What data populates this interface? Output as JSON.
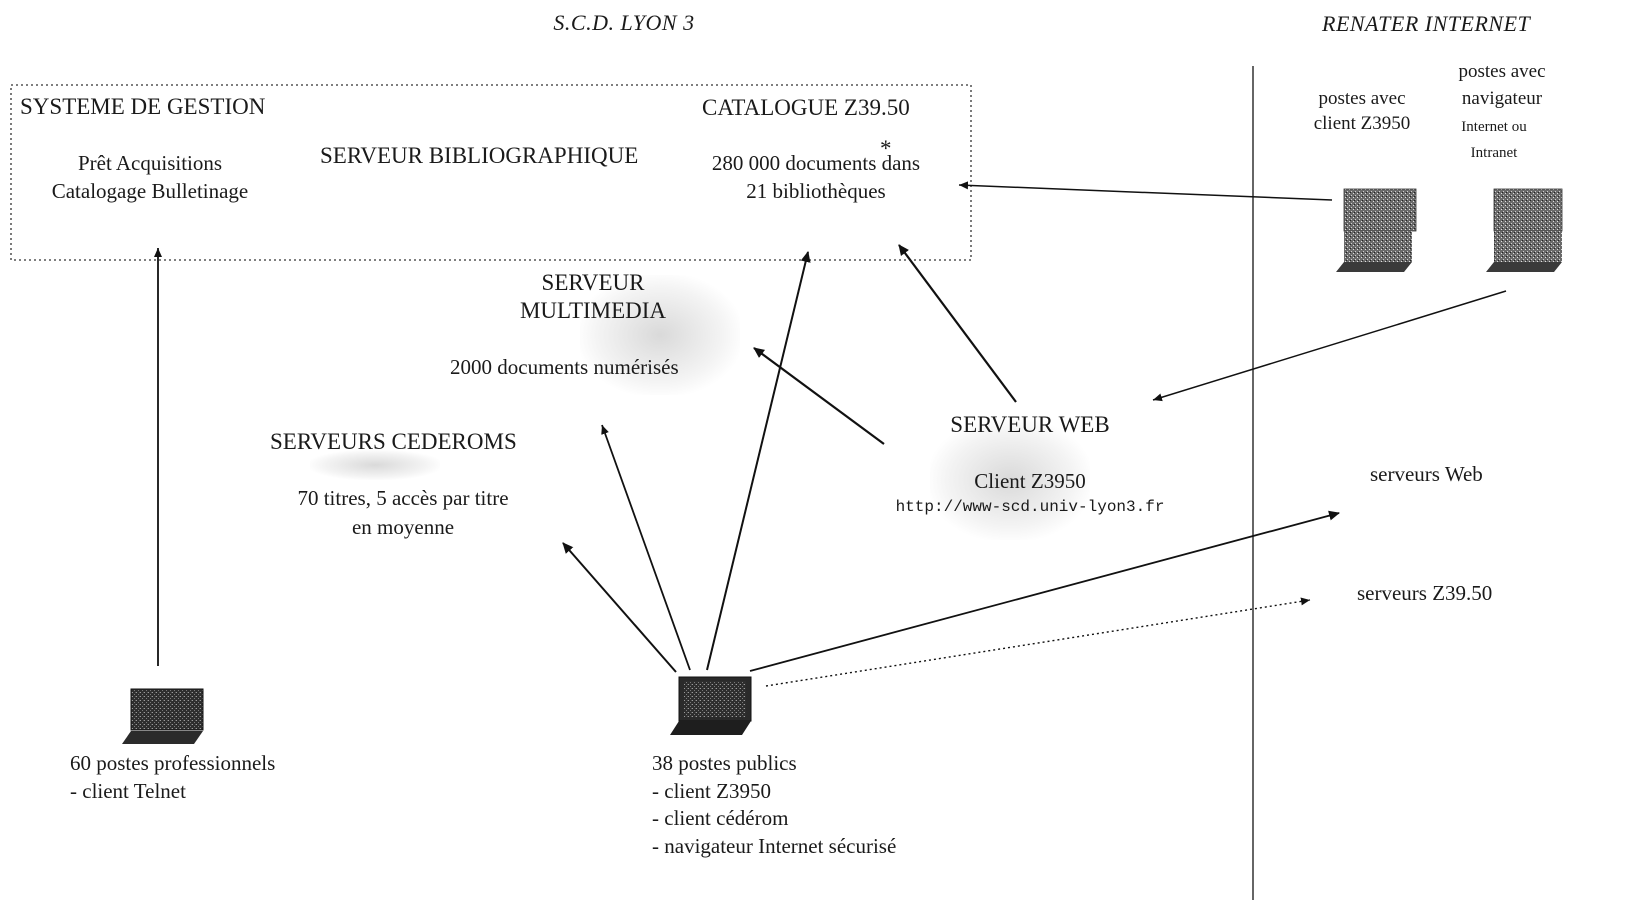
{
  "headers": {
    "scd": "S.C.D. LYON 3",
    "renater": "RENATER INTERNET"
  },
  "gestion": {
    "title": "SYSTEME DE GESTION",
    "line1": "Prêt Acquisitions",
    "line2": "Catalogage Bulletinage"
  },
  "serveur_biblio": {
    "title": "SERVEUR BIBLIOGRAPHIQUE"
  },
  "catalogue": {
    "title": "CATALOGUE Z39.50",
    "line1": "280 000 documents dans",
    "line2": "21 bibliothèques",
    "mark": "*"
  },
  "multimedia": {
    "title1": "SERVEUR",
    "title2": "MULTIMEDIA",
    "docs": "2000 documents numérisés"
  },
  "cederoms": {
    "title": "SERVEURS CEDEROMS",
    "line1": "70 titres, 5 accès  par titre",
    "line2": "en moyenne"
  },
  "web": {
    "title": "SERVEUR WEB",
    "client": "Client Z3950",
    "url": "http://www-scd.univ-lyon3.fr"
  },
  "external": {
    "web_servers": "serveurs Web",
    "z3950_servers": "serveurs Z39.50"
  },
  "remote_stations": {
    "z3950": [
      "postes avec",
      "client Z3950"
    ],
    "browser": [
      "postes avec",
      "navigateur",
      "Internet ou",
      "Intranet"
    ]
  },
  "pro_stations": {
    "line1": "60 postes professionnels",
    "line2": "- client Telnet"
  },
  "public_stations": {
    "line1": "38 postes publics",
    "line2": "- client Z3950",
    "line3": "- client cédérom",
    "line4": "- navigateur Internet sécurisé"
  },
  "icons": {
    "computer": "computer-icon"
  },
  "colors": {
    "ink": "#1a1a1a",
    "screen": "#3a3a3a"
  }
}
